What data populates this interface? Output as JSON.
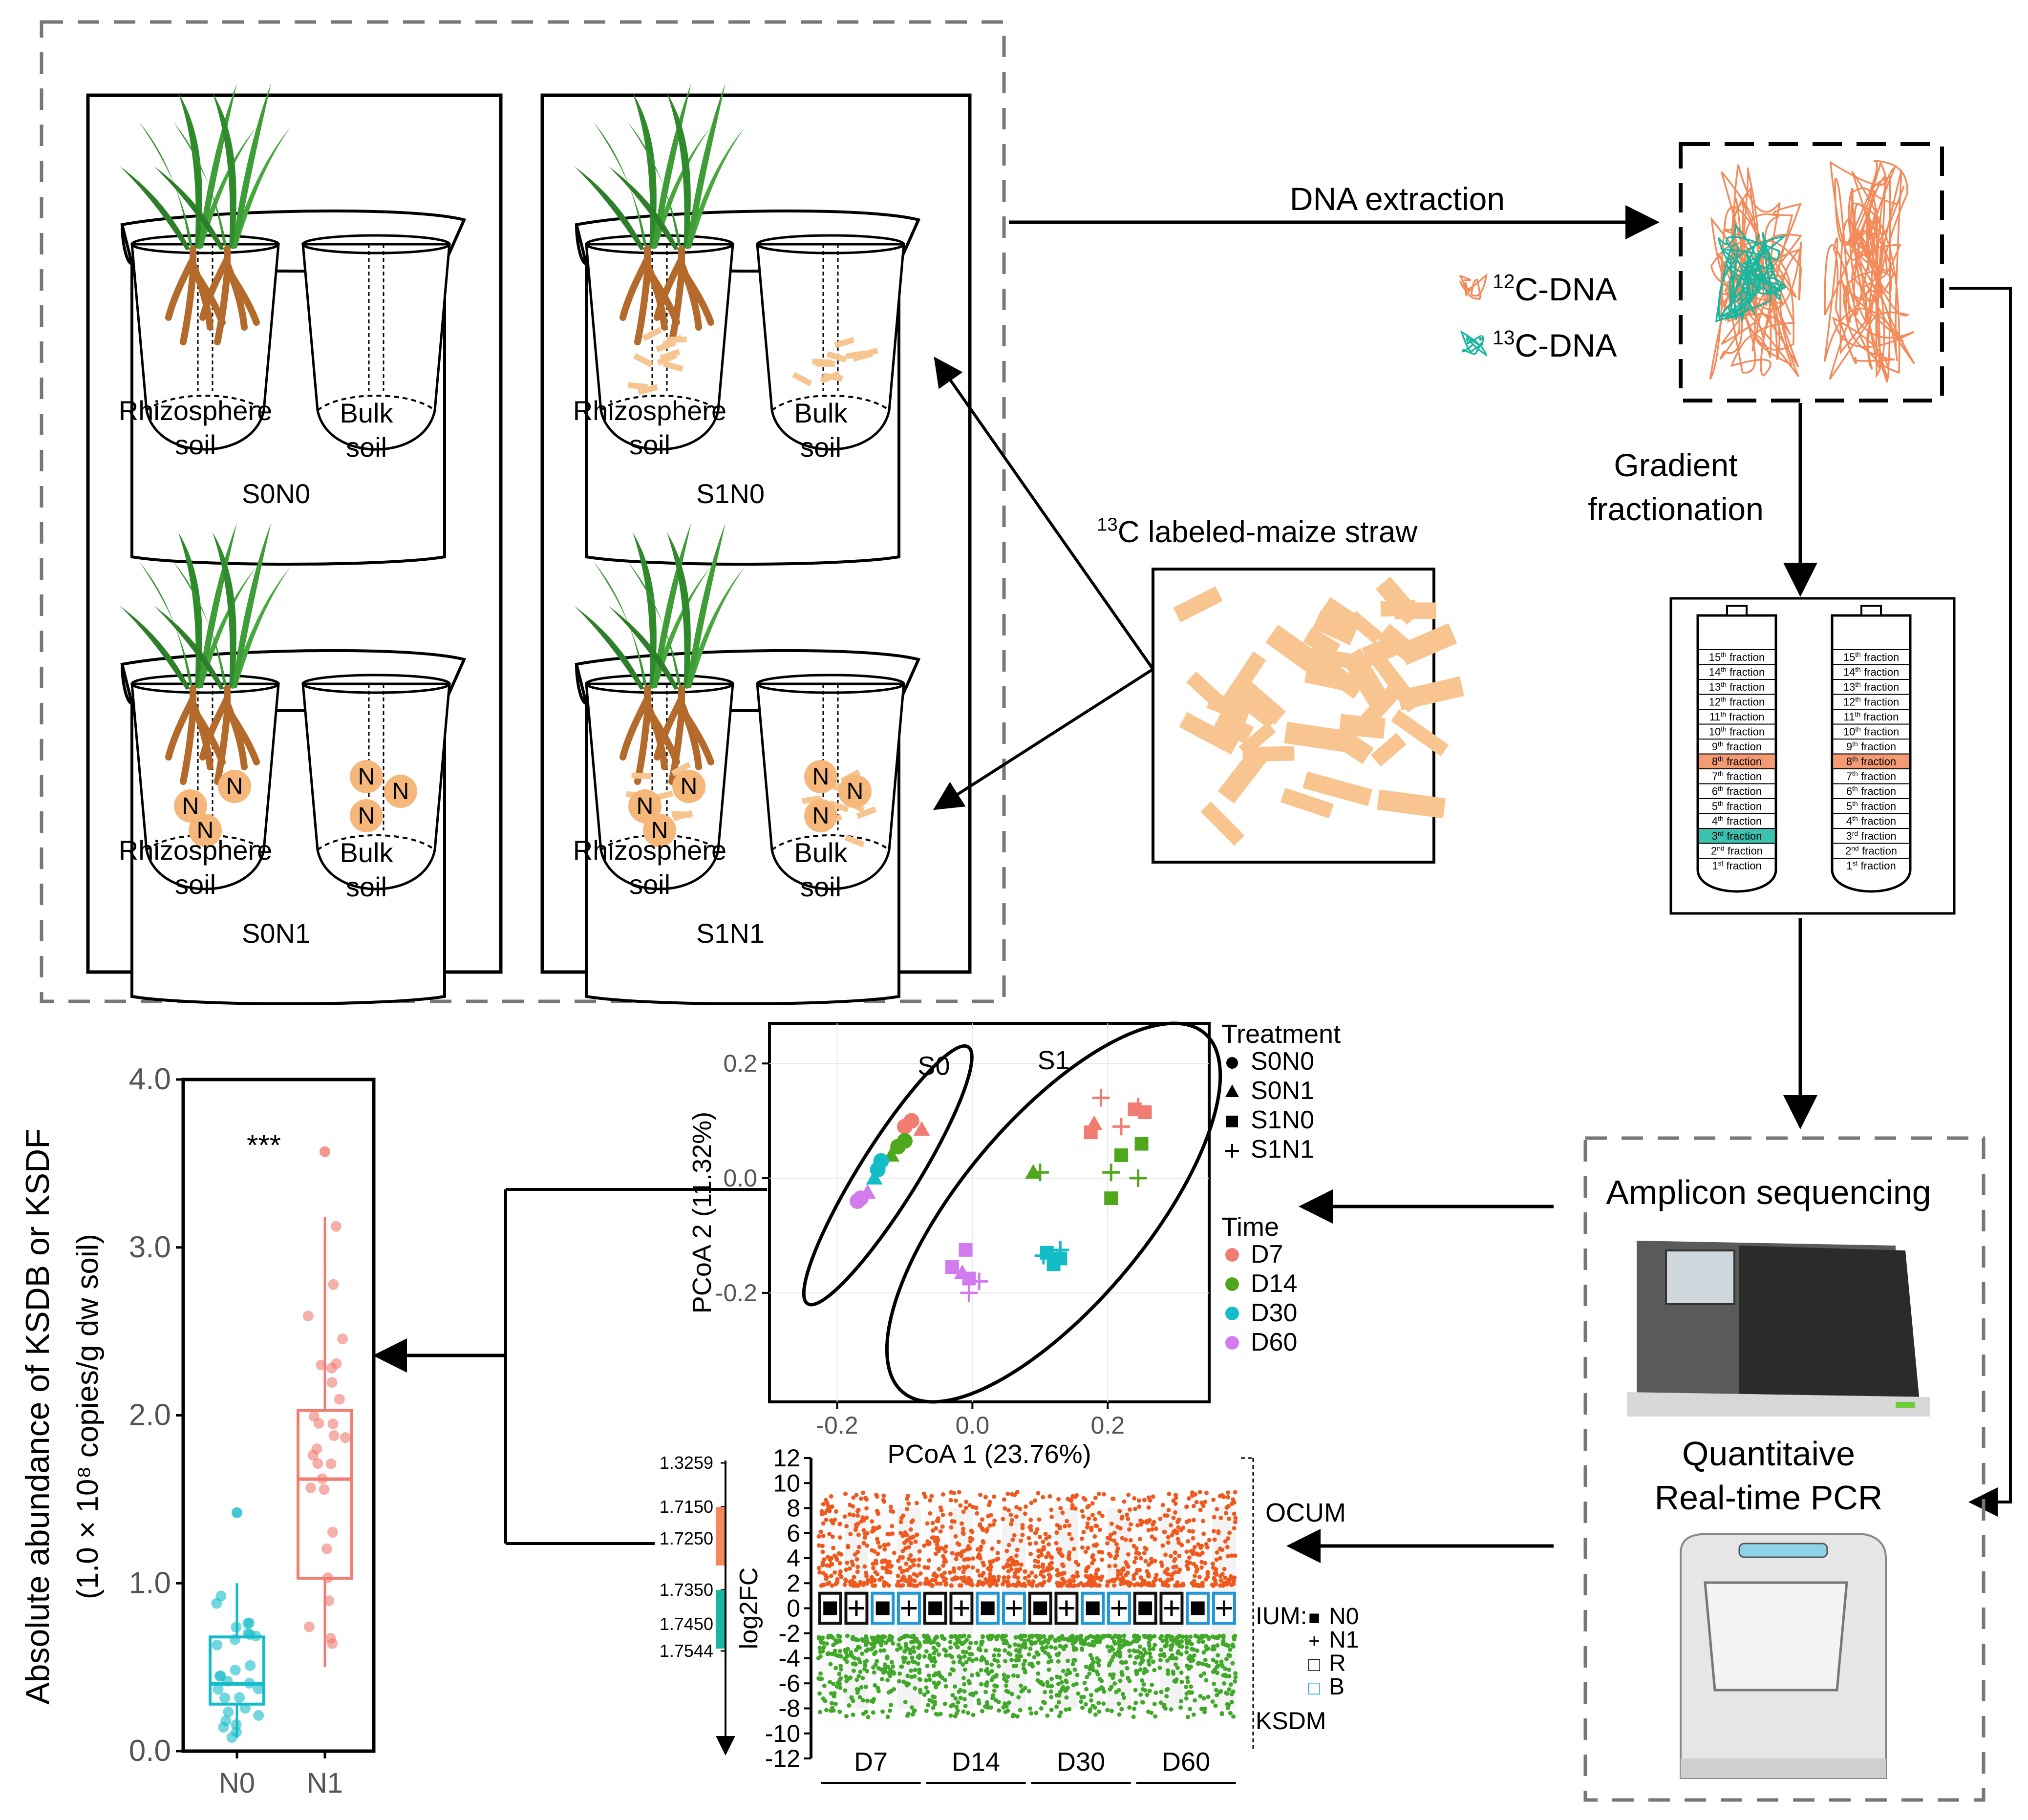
{
  "pots": {
    "s0n0": {
      "left_label_1": "Rhizosphere",
      "left_label_2": "soil",
      "right_label_1": "Bulk",
      "right_label_2": "soil",
      "name": "S0N0"
    },
    "s1n0": {
      "left_label_1": "Rhizosphere",
      "left_label_2": "soil",
      "right_label_1": "Bulk",
      "right_label_2": "soil",
      "name": "S1N0"
    },
    "s0n1": {
      "left_label_1": "Rhizosphere",
      "left_label_2": "soil",
      "right_label_1": "Bulk",
      "right_label_2": "soil",
      "name": "S0N1"
    },
    "s1n1": {
      "left_label_1": "Rhizosphere",
      "left_label_2": "soil",
      "right_label_1": "Bulk",
      "right_label_2": "soil",
      "name": "S1N1"
    },
    "n_marker": "N"
  },
  "straw": {
    "sup": "13",
    "label": "C labeled-maize straw"
  },
  "dna": {
    "arrow_label": "DNA extraction",
    "c12_sup": "12",
    "c12_label": "C-DNA",
    "c13_sup": "13",
    "c13_label": "C-DNA"
  },
  "gradient": {
    "label_1": "Gradient",
    "label_2": "fractionation"
  },
  "tubes": {
    "fractions": [
      {
        "n": "15",
        "sup": "th",
        "word": "fraction"
      },
      {
        "n": "14",
        "sup": "th",
        "word": "fraction"
      },
      {
        "n": "13",
        "sup": "th",
        "word": "fraction"
      },
      {
        "n": "12",
        "sup": "th",
        "word": "fraction"
      },
      {
        "n": "11",
        "sup": "th",
        "word": "fraction"
      },
      {
        "n": "10",
        "sup": "th",
        "word": "fraction"
      },
      {
        "n": "9",
        "sup": "th",
        "word": "fraction"
      },
      {
        "n": "8",
        "sup": "th",
        "word": "fraction"
      },
      {
        "n": "7",
        "sup": "th",
        "word": "fraction"
      },
      {
        "n": "6",
        "sup": "th",
        "word": "fraction"
      },
      {
        "n": "5",
        "sup": "th",
        "word": "fraction"
      },
      {
        "n": "4",
        "sup": "th",
        "word": "fraction"
      },
      {
        "n": "3",
        "sup": "rd",
        "word": "fraction"
      },
      {
        "n": "2",
        "sup": "nd",
        "word": "fraction"
      },
      {
        "n": "1",
        "sup": "st",
        "word": "fraction"
      }
    ]
  },
  "instruments": {
    "amplicon": "Amplicon sequencing",
    "qpcr_1": "Quantitaive",
    "qpcr_2": "Real-time PCR"
  },
  "pcoa": {
    "xlabel": "PCoA 1 (23.76%)",
    "ylabel": "PCoA 2 (11.32%)",
    "x_ticks": [
      "-0.2",
      "0.0",
      "0.2"
    ],
    "y_ticks": [
      "0.2",
      "0.0",
      "-0.2"
    ],
    "ellipse_labels": [
      "S0",
      "S1"
    ],
    "legend_treatment_title": "Treatment",
    "treatments": [
      "S0N0",
      "S0N1",
      "S1N0",
      "S1N1"
    ],
    "legend_time_title": "Time",
    "times": [
      "D7",
      "D14",
      "D30",
      "D60"
    ],
    "colors": {
      "D7": "#F07C72",
      "D14": "#4FA71C",
      "D30": "#14BCC8",
      "D60": "#D17BEE"
    }
  },
  "manhattan": {
    "ylabel": "log2FC",
    "y_ticks": [
      "12",
      "10",
      "8",
      "6",
      "4",
      "2",
      "0",
      "-2",
      "-4",
      "-6",
      "-8",
      "-10",
      "-12"
    ],
    "density_ticks": [
      "1.3259",
      "1.7150",
      "1.7250",
      "1.7350",
      "1.7450",
      "1.7544"
    ],
    "groups": [
      "D7",
      "D14",
      "D30",
      "D60"
    ],
    "labels": {
      "ocum": "OCUM",
      "ium": "IUM:",
      "ksdm": "KSDM"
    },
    "legend": [
      {
        "symbol": "■",
        "text": "N0"
      },
      {
        "symbol": "+",
        "text": "N1"
      },
      {
        "symbol": "□",
        "text": "R"
      },
      {
        "symbol": "□",
        "text": "B"
      }
    ],
    "colors": {
      "up": "#F0591E",
      "down": "#41A82A",
      "R_box": "#111111",
      "B_box": "#1F97D9"
    }
  },
  "boxplot": {
    "ylabel_1": "Absolute abundance of KSDB or KSDF",
    "ylabel_2": "(1.0 × 10⁸ copies/g dw soil)",
    "y_ticks": [
      "4.0",
      "3.0",
      "2.0",
      "1.0",
      "0.0"
    ],
    "categories": [
      "N0",
      "N1"
    ],
    "significance": "***",
    "chart_data": {
      "type": "box",
      "categories": [
        "N0",
        "N1"
      ],
      "ylim": [
        0,
        4
      ],
      "series": [
        {
          "name": "N0",
          "min": 0.08,
          "q1": 0.28,
          "median": 0.4,
          "q3": 0.68,
          "max": 1.0,
          "outliers": [
            1.42
          ]
        },
        {
          "name": "N1",
          "min": 0.5,
          "q1": 1.03,
          "median": 1.62,
          "q3": 2.03,
          "max": 3.18,
          "outliers": [
            3.57
          ]
        }
      ],
      "colors": {
        "N0": "#14BCC8",
        "N1": "#F07C72"
      }
    }
  }
}
